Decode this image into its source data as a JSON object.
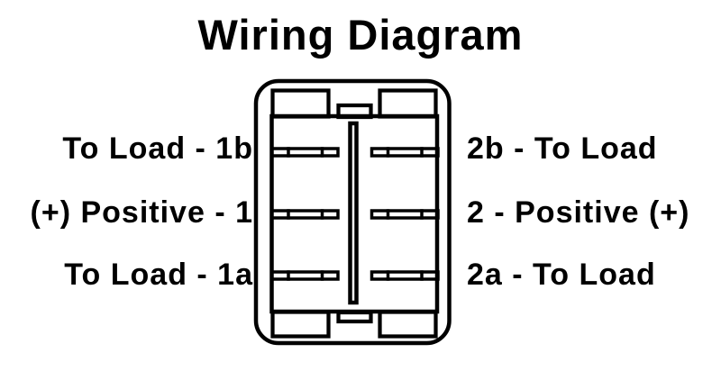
{
  "title": "Wiring Diagram",
  "terminals": {
    "left": [
      {
        "id": "1b",
        "label": "To Load - 1b"
      },
      {
        "id": "1",
        "label": "(+) Positive - 1"
      },
      {
        "id": "1a",
        "label": "To Load - 1a"
      }
    ],
    "right": [
      {
        "id": "2b",
        "label": "2b - To Load"
      },
      {
        "id": "2",
        "label": "2 - Positive (+)"
      },
      {
        "id": "2a",
        "label": "2a - To Load"
      }
    ]
  },
  "colors": {
    "line": "#000000",
    "text": "#000000",
    "background": "#ffffff"
  }
}
